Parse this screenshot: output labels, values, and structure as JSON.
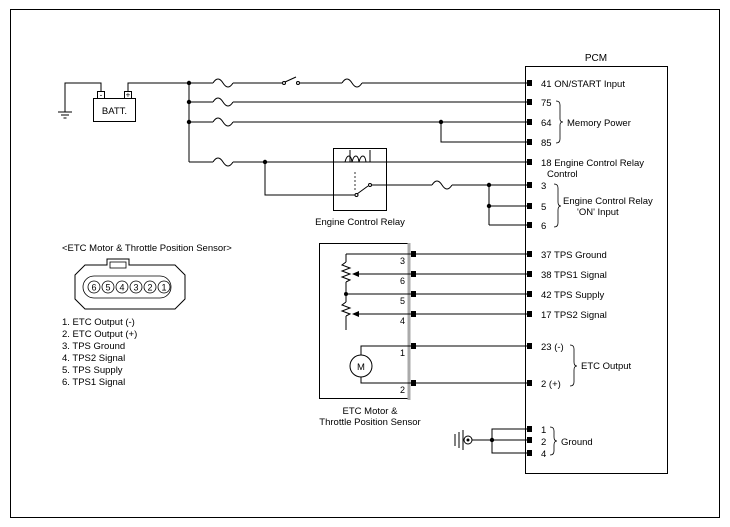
{
  "pcm": {
    "title": "PCM",
    "pins": {
      "on_start": "41 ON/START Input",
      "p75": "75",
      "p64": "64",
      "p85": "85",
      "memory_power": "Memory Power",
      "ecr_control_1": "18 Engine Control Relay",
      "ecr_control_2": "Control",
      "p3": "3",
      "p5": "5",
      "p6": "6",
      "ecr_on_1": "Engine Control Relay",
      "ecr_on_2": "'ON' Input",
      "tps_ground": "37 TPS Ground",
      "tps1_signal": "38 TPS1 Signal",
      "tps_supply": "42 TPS Supply",
      "tps2_signal": "17 TPS2 Signal",
      "etc_minus": "23 (-)",
      "etc_plus": "2 (+)",
      "etc_output": "ETC Output",
      "g1": "1",
      "g2": "2",
      "g4": "4",
      "ground": "Ground"
    }
  },
  "battery": {
    "label": "BATT."
  },
  "relay": {
    "label": "Engine Control Relay"
  },
  "sensor_box": {
    "label_1": "ETC Motor &",
    "label_2": "Throttle Position Sensor",
    "pins": [
      "3",
      "6",
      "5",
      "4",
      "1",
      "2"
    ],
    "motor_symbol": "M"
  },
  "connector": {
    "title": "<ETC Motor & Throttle Position Sensor>",
    "pin_numbers": [
      "6",
      "5",
      "4",
      "3",
      "2",
      "1"
    ],
    "legend": [
      "1. ETC Output (-)",
      "2. ETC Output (+)",
      "3. TPS Ground",
      "4. TPS2 Signal",
      "5. TPS Supply",
      "6. TPS1 Signal"
    ]
  }
}
